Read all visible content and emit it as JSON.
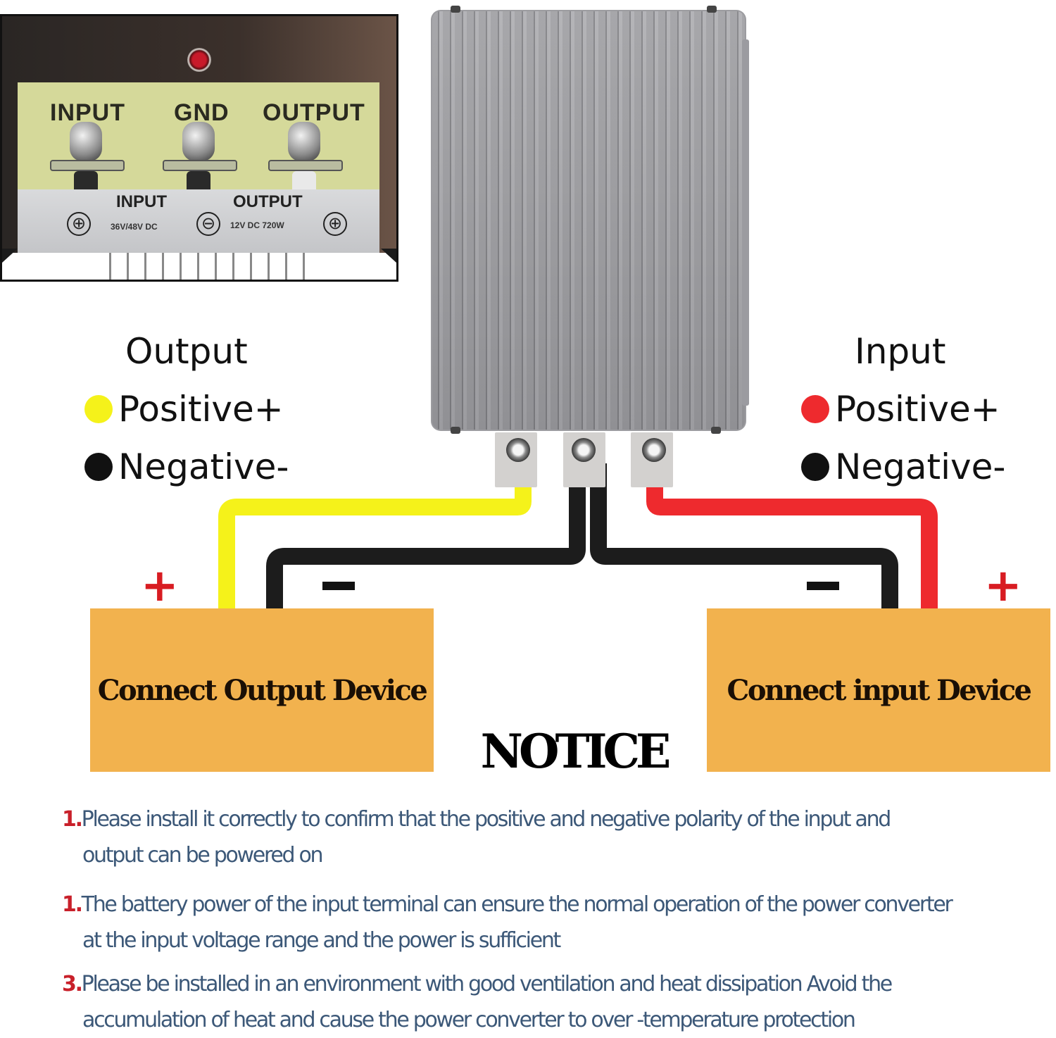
{
  "inset_panel": {
    "top_labels": [
      "INPUT",
      "GND",
      "OUTPUT"
    ],
    "plate_input_title": "INPUT",
    "plate_input_spec": "36V/48V DC",
    "plate_output_title": "OUTPUT",
    "plate_output_spec": "12V DC 720W",
    "polarity_symbols": [
      "⊕",
      "⊖",
      "⊕"
    ],
    "indicator": "red-led"
  },
  "legend_output": {
    "title": "Output",
    "positive_label": "Positive+",
    "negative_label": "Negative-",
    "positive_color": "#f5f21a",
    "negative_color": "#111111"
  },
  "legend_input": {
    "title": "Input",
    "positive_label": "Positive+",
    "negative_label": "Negative-",
    "positive_color": "#ee2a2e",
    "negative_color": "#111111"
  },
  "wires": {
    "output_positive_color": "#f5f21a",
    "negative_color": "#1c1c1c",
    "input_positive_color": "#ee2a2e"
  },
  "devices": {
    "output": {
      "label": "Connect Output Device",
      "plus": "+",
      "minus": "−"
    },
    "input": {
      "label": "Connect input Device",
      "plus": "+",
      "minus": "−"
    },
    "fill_color": "#f2b24e"
  },
  "notice": {
    "title": "NOTICE",
    "items": [
      {
        "number": "1.",
        "line1": "Please install it correctly to confirm that the positive and negative polarity of the input and",
        "line2": "output can be powered on"
      },
      {
        "number": "1.",
        "line1": "The battery power of the input terminal can ensure the normal operation of the power converter",
        "line2": "at the input voltage range and the power is sufficient"
      },
      {
        "number": "3.",
        "line1": "Please be installed in an environment with good ventilation and heat dissipation Avoid the",
        "line2": "accumulation of heat and cause the power converter to over -temperature protection"
      }
    ]
  }
}
